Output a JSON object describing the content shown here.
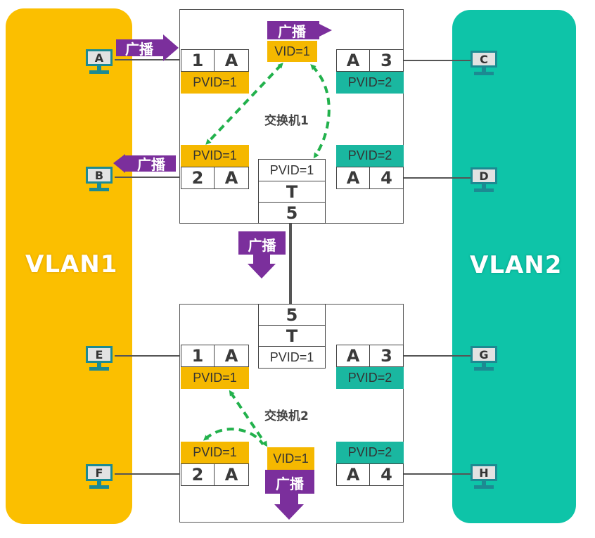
{
  "colors": {
    "vlan1": "#fbbf00",
    "vlan2": "#0ec4a8",
    "broadcast": "#7b2f9c",
    "arrow": "#22b14c"
  },
  "vlans": {
    "vlan1": "VLAN1",
    "vlan2": "VLAN2"
  },
  "broadcast_label": "广播",
  "switch1": {
    "name": "交换机1",
    "vid": "VID=1",
    "p1": {
      "num": "1",
      "mode": "A",
      "pvid": "PVID=1"
    },
    "p2": {
      "num": "2",
      "mode": "A",
      "pvid": "PVID=1"
    },
    "p3": {
      "num": "3",
      "mode": "A",
      "pvid": "PVID=2"
    },
    "p4": {
      "num": "4",
      "mode": "A",
      "pvid": "PVID=2"
    },
    "p5": {
      "num": "5",
      "mode": "T",
      "pvid": "PVID=1"
    }
  },
  "switch2": {
    "name": "交换机2",
    "vid": "VID=1",
    "p1": {
      "num": "1",
      "mode": "A",
      "pvid": "PVID=1"
    },
    "p2": {
      "num": "2",
      "mode": "A",
      "pvid": "PVID=1"
    },
    "p3": {
      "num": "3",
      "mode": "A",
      "pvid": "PVID=2"
    },
    "p4": {
      "num": "4",
      "mode": "A",
      "pvid": "PVID=2"
    },
    "p5": {
      "num": "5",
      "mode": "T",
      "pvid": "PVID=1"
    }
  },
  "hosts": {
    "a": "A",
    "b": "B",
    "c": "C",
    "d": "D",
    "e": "E",
    "f": "F",
    "g": "G",
    "h": "H"
  }
}
